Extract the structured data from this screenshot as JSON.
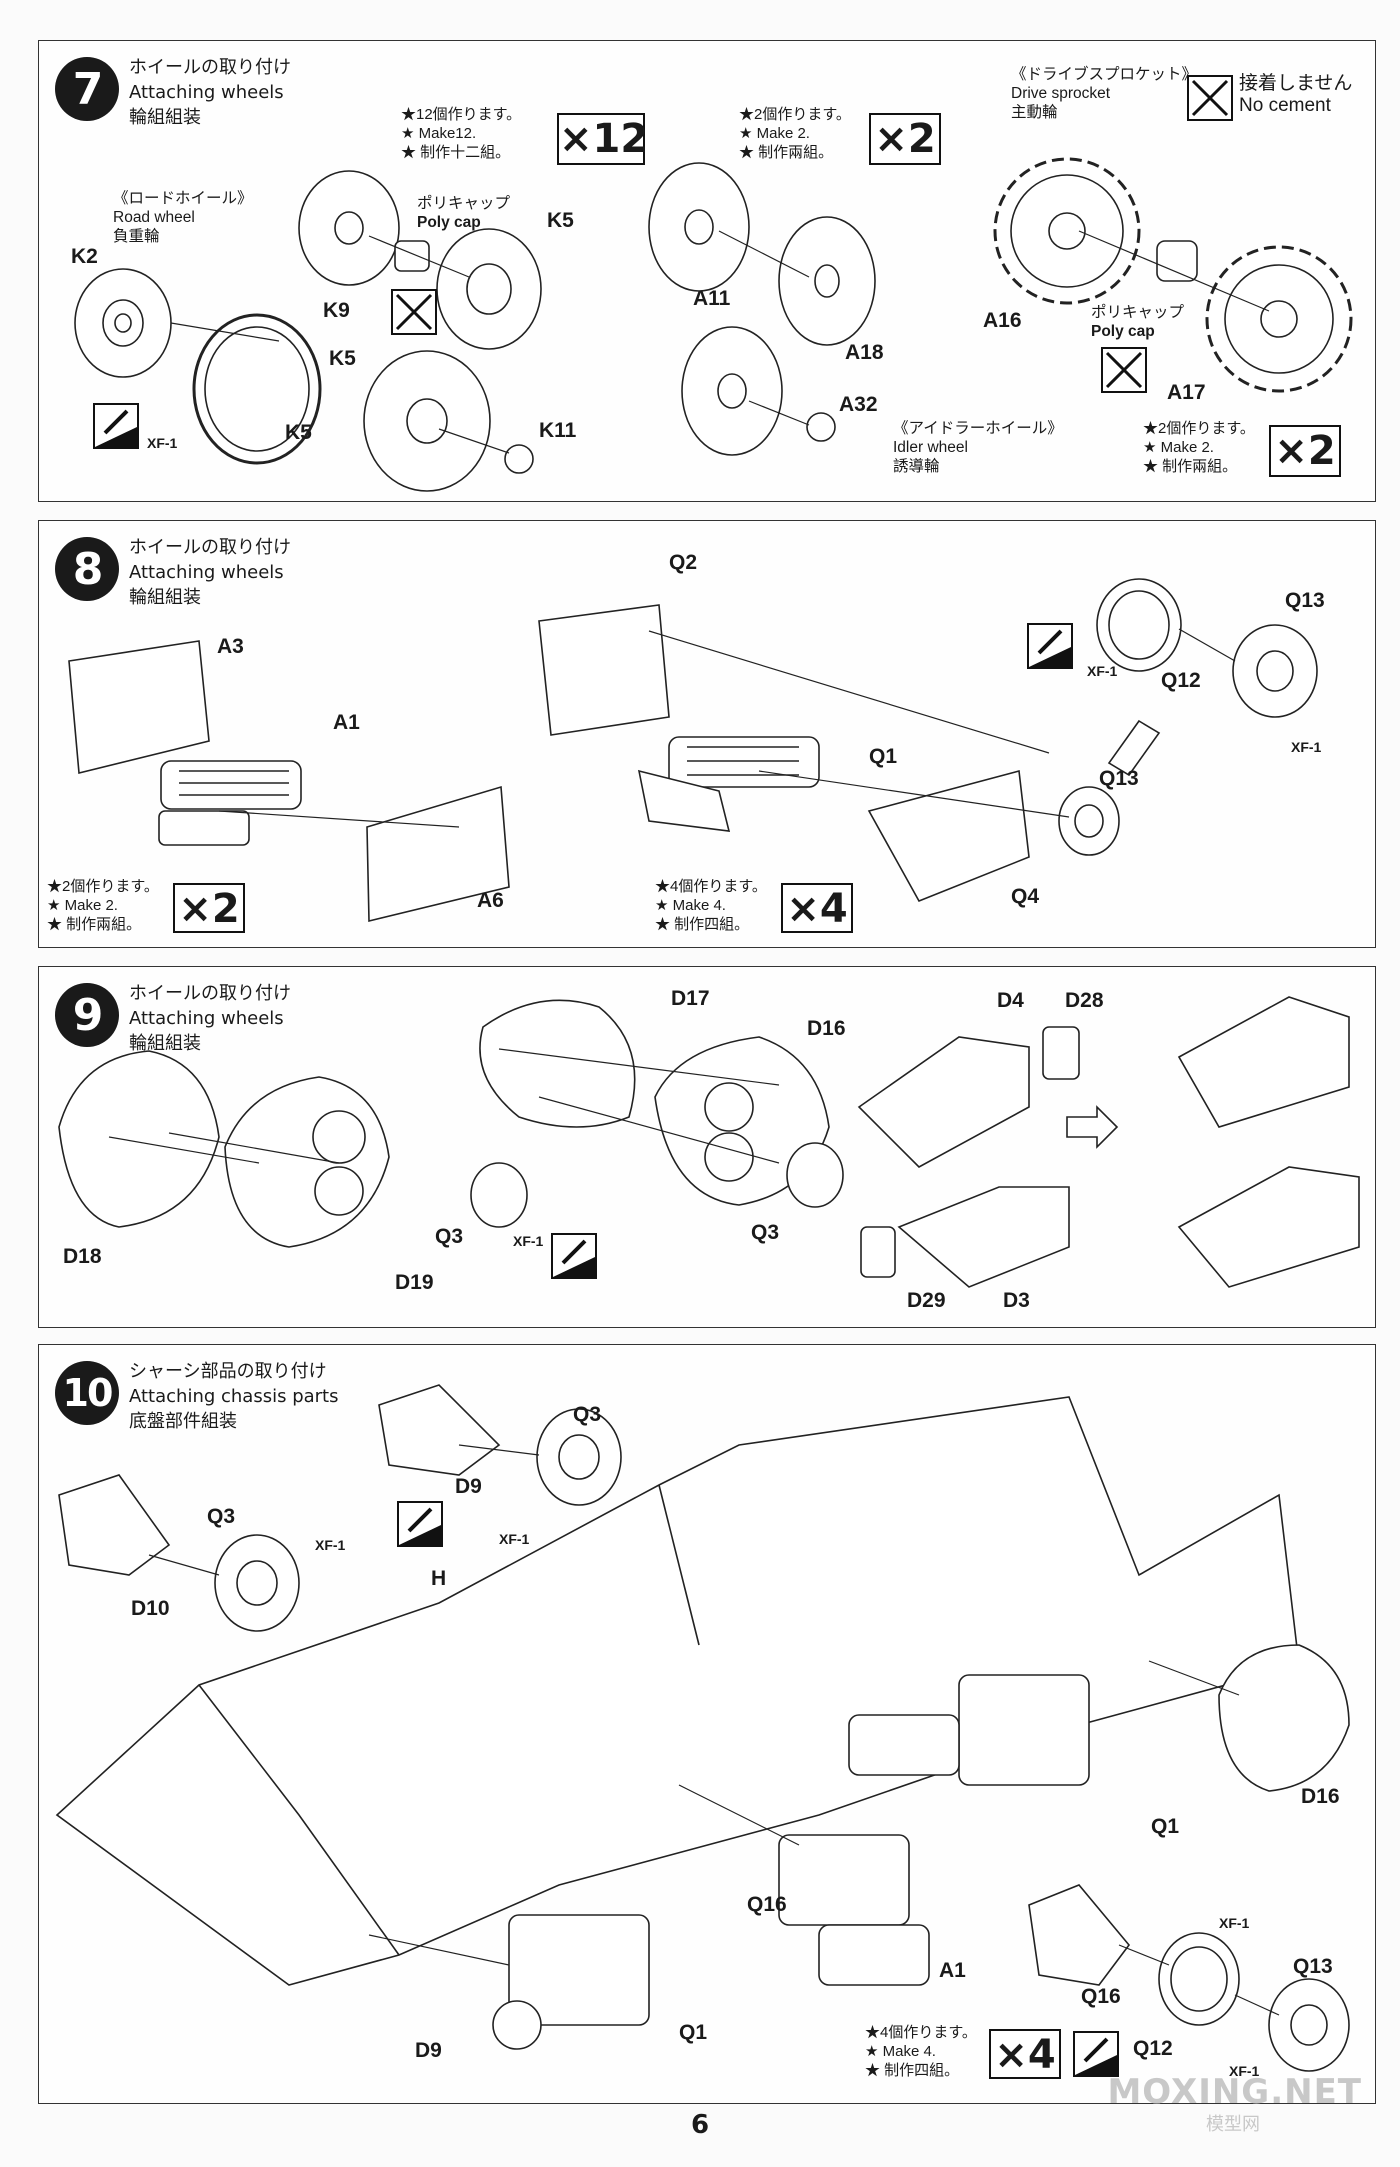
{
  "page": {
    "number": "6",
    "watermark": "MOXING.NET",
    "watermark_sub": "模型网"
  },
  "paint": {
    "xf1": "XF-1"
  },
  "step7": {
    "number": "7",
    "title_jp": "ホイールの取り付け",
    "title_en": "Attaching wheels",
    "title_cn": "輪組組装",
    "road_wheel": [
      "《ロードホイール》",
      "Road wheel",
      "負重輪"
    ],
    "poly_cap": [
      "ポリキャップ",
      "Poly cap"
    ],
    "make12": [
      "★12個作ります。",
      "★ Make12.",
      "★ 制作十二組。"
    ],
    "make2_a": [
      "★2個作ります。",
      "★ Make 2.",
      "★ 制作兩組。"
    ],
    "drive_sprocket": [
      "《ドライブスプロケット》",
      "Drive sprocket",
      "主動輪"
    ],
    "no_cement": [
      "接着しません",
      "No cement"
    ],
    "idler_wheel": [
      "《アイドラーホイール》",
      "Idler wheel",
      "誘導輪"
    ],
    "poly_cap_b": [
      "ポリキャップ",
      "Poly cap"
    ],
    "make2_b": [
      "★2個作ります。",
      "★ Make 2.",
      "★ 制作兩組。"
    ],
    "mult_a": "×12",
    "mult_b": "×2",
    "mult_c": "×2",
    "parts": {
      "k2": "K2",
      "k9": "K9",
      "k5a": "K5",
      "k5b": "K5",
      "k5c": "K5",
      "k11": "K11",
      "a11": "A11",
      "a18": "A18",
      "a32": "A32",
      "a16": "A16",
      "a17": "A17"
    }
  },
  "step8": {
    "number": "8",
    "title_jp": "ホイールの取り付け",
    "title_en": "Attaching wheels",
    "title_cn": "輪組組装",
    "make2": [
      "★2個作ります。",
      "★ Make 2.",
      "★ 制作兩組。"
    ],
    "make4": [
      "★4個作ります。",
      "★ Make 4.",
      "★ 制作四組。"
    ],
    "mult_a": "×2",
    "mult_b": "×4",
    "parts": {
      "a3": "A3",
      "a1": "A1",
      "a6": "A6",
      "q2": "Q2",
      "q1": "Q1",
      "q4": "Q4",
      "q13a": "Q13",
      "q13b": "Q13",
      "q12": "Q12"
    }
  },
  "step9": {
    "number": "9",
    "title_jp": "ホイールの取り付け",
    "title_en": "Attaching wheels",
    "title_cn": "輪組組装",
    "parts": {
      "d18": "D18",
      "d19": "D19",
      "q3a": "Q3",
      "d17": "D17",
      "d16": "D16",
      "q3b": "Q3",
      "d4": "D4",
      "d28": "D28",
      "d29": "D29",
      "d3": "D3"
    }
  },
  "step10": {
    "number": "10",
    "title_jp": "シャーシ部品の取り付け",
    "title_en": "Attaching chassis parts",
    "title_cn": "底盤部件組装",
    "make4": [
      "★4個作ります。",
      "★ Make 4.",
      "★ 制作四組。"
    ],
    "mult": "×4",
    "parts": {
      "q3a": "Q3",
      "d9a": "D9",
      "q3b": "Q3",
      "d10": "D10",
      "h": "H",
      "d16": "D16",
      "q1a": "Q1",
      "q16a": "Q16",
      "a1": "A1",
      "q16b": "Q16",
      "q13": "Q13",
      "q12": "Q12",
      "q1b": "Q1",
      "d9b": "D9"
    }
  }
}
